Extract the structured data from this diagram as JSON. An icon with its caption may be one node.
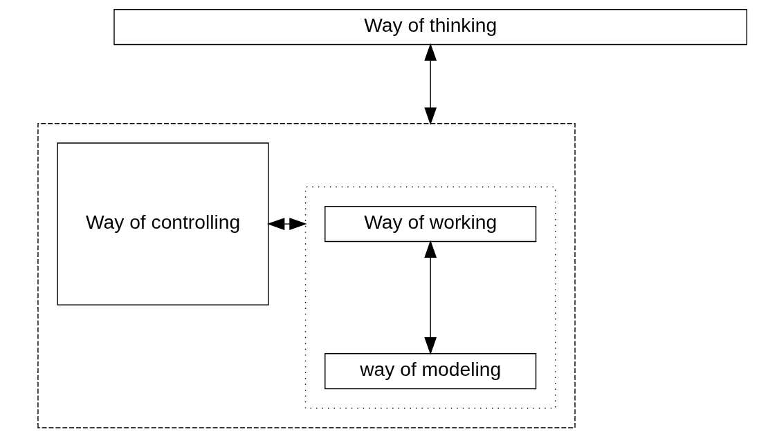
{
  "diagram": {
    "nodes": [
      {
        "text": [
          "Way of thinking"
        ]
      },
      {
        "text": [],
        "shape": "box"
      },
      {
        "text": [],
        "shape": "box",
        "in": 1
      },
      {
        "text": [
          "Way of working"
        ],
        "in": 2
      },
      {
        "text": [
          "way of modeling"
        ],
        "in": 2
      },
      {
        "text": [
          "Way of controlling"
        ],
        "in": 1
      }
    ],
    "edges": [
      {
        "from": 0,
        "to": 1,
        "arrow": "both"
      },
      {
        "from": 3,
        "to": 4,
        "arrow": "both"
      },
      {
        "from": 2,
        "to": 5,
        "arrow": "both"
      }
    ]
  }
}
